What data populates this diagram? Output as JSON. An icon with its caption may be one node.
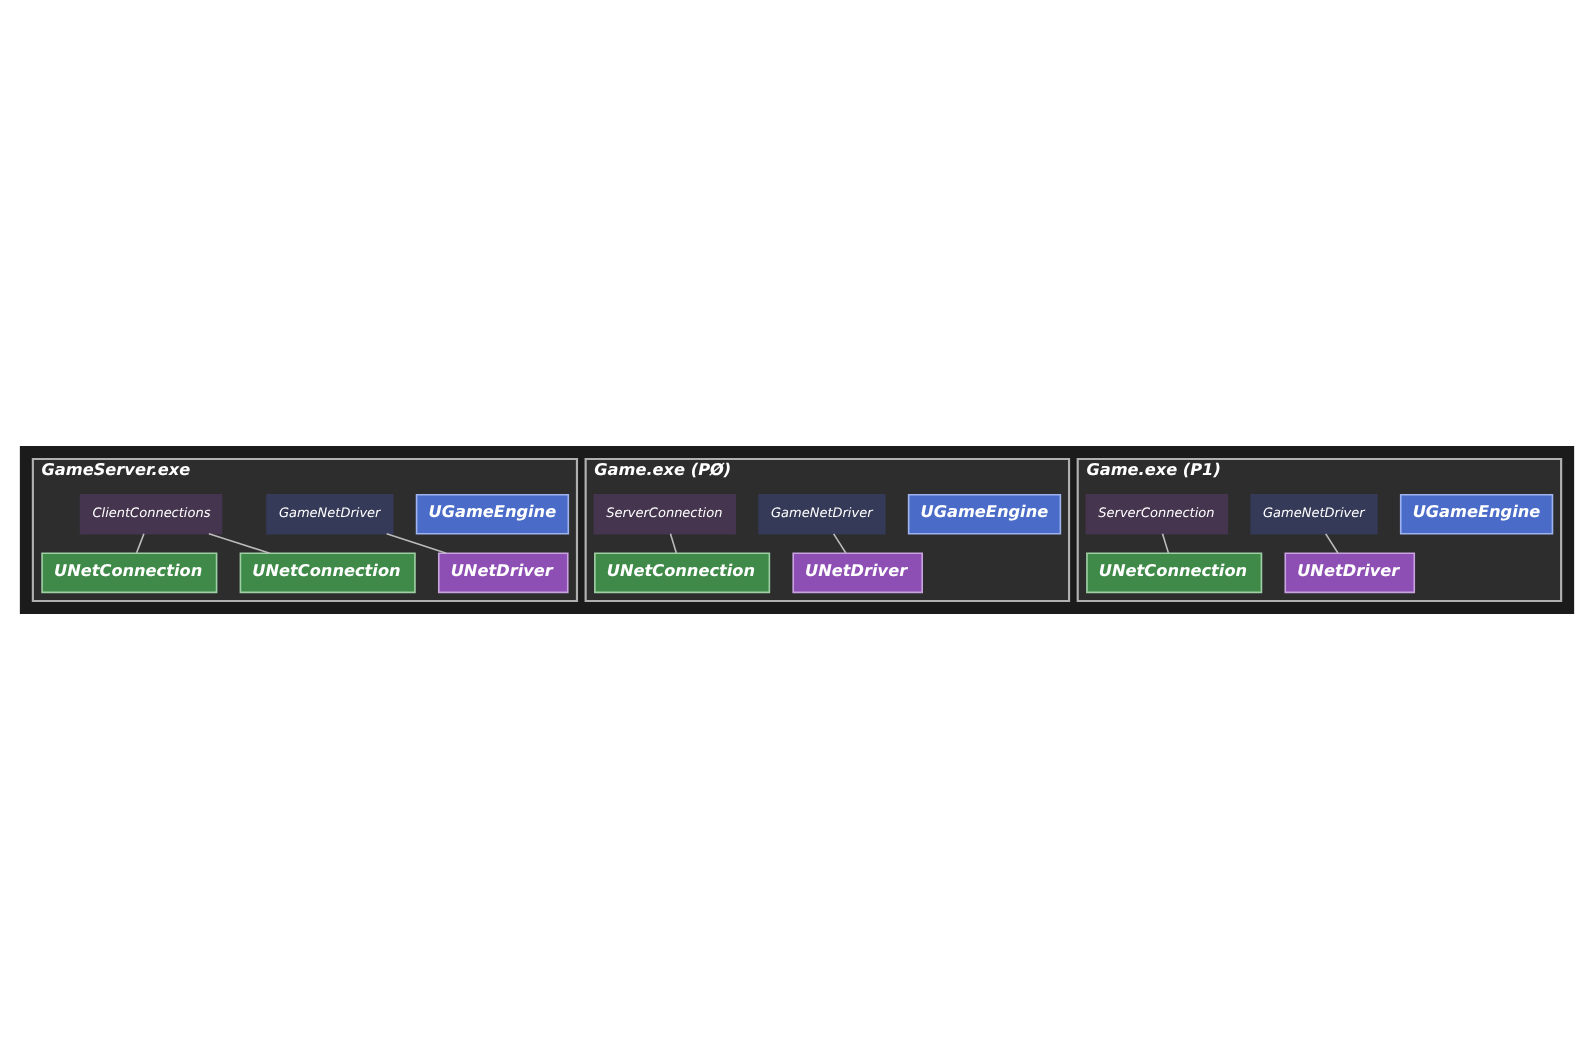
{
  "diagram": {
    "nodes": [
      {
        "text": [
          "GameServer.exe"
        ]
      },
      {
        "text": [
          "UGameEngine"
        ],
        "in": 0
      },
      {
        "text": [
          "GameNetDriver"
        ],
        "in": 0
      },
      {
        "text": [
          "UNetDriver"
        ],
        "in": 0
      },
      {
        "text": [
          "ClientConnections"
        ],
        "in": 0
      },
      {
        "text": [
          "UNetConnection"
        ],
        "in": 0
      },
      {
        "text": [
          "UNetConnection"
        ],
        "in": 0
      },
      {
        "text": [
          "Game.exe (PØ)"
        ]
      },
      {
        "text": [
          "UGameEngine"
        ],
        "in": 7
      },
      {
        "text": [
          "GameNetDriver"
        ],
        "in": 7
      },
      {
        "text": [
          "UNetDriver"
        ],
        "in": 7
      },
      {
        "text": [
          "ServerConnection"
        ],
        "in": 7
      },
      {
        "text": [
          "UNetConnection"
        ],
        "in": 7
      },
      {
        "text": [
          "Game.exe (P1)"
        ]
      },
      {
        "text": [
          "UGameEngine"
        ],
        "in": 13
      },
      {
        "text": [
          "GameNetDriver"
        ],
        "in": 13
      },
      {
        "text": [
          "UNetDriver"
        ],
        "in": 13
      },
      {
        "text": [
          "ServerConnection"
        ],
        "in": 13
      },
      {
        "text": [
          "UNetConnection"
        ],
        "in": 13
      }
    ],
    "edges": [
      {
        "from": 2,
        "to": 3,
        "arrow": "none"
      },
      {
        "from": 4,
        "to": 5,
        "arrow": "none"
      },
      {
        "from": 4,
        "to": 6,
        "arrow": "none"
      },
      {
        "from": 9,
        "to": 10,
        "arrow": "none"
      },
      {
        "from": 11,
        "to": 12,
        "arrow": "none"
      },
      {
        "from": 15,
        "to": 16,
        "arrow": "none"
      },
      {
        "from": 17,
        "to": 18,
        "arrow": "none"
      }
    ]
  }
}
